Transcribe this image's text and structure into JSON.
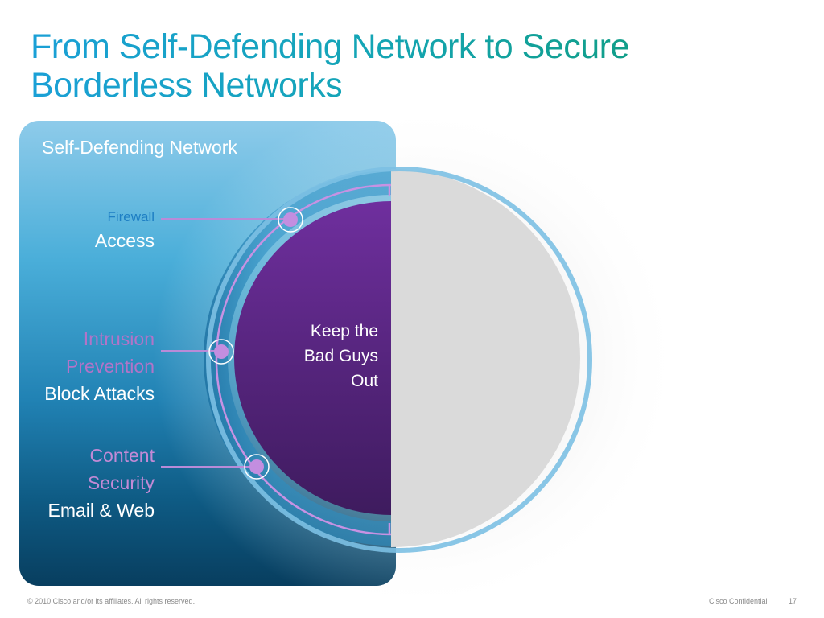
{
  "slide": {
    "title_line1": "From Self-Defending Network to Secure",
    "title_line2": "Borderless Networks"
  },
  "panel": {
    "heading": "Self-Defending Network"
  },
  "labels": [
    {
      "caption": "Firewall",
      "subtitle": "Access"
    },
    {
      "caption": "Intrusion Prevention",
      "caption_line1": "Intrusion",
      "caption_line2": "Prevention",
      "subtitle": "Block Attacks"
    },
    {
      "caption": "Content Security",
      "caption_line1": "Content",
      "caption_line2": "Security",
      "subtitle": "Email & Web"
    }
  ],
  "center": {
    "line1": "Keep the",
    "line2": "Bad Guys",
    "line3": "Out"
  },
  "footer": {
    "copyright": "© 2010 Cisco and/or its affiliates. All rights reserved.",
    "confidential": "Cisco Confidential",
    "page": "17"
  },
  "colors": {
    "title_gradient_start": "#1aa0d6",
    "title_gradient_end": "#0f9a6e",
    "panel_top": "#8ecbea",
    "panel_bottom": "#083e5f",
    "purple_half": "#5b2b8a",
    "ring_lilac": "#c28de0",
    "outer_ring": "#6fb8dc",
    "gray_half": "#dcdcdc"
  }
}
